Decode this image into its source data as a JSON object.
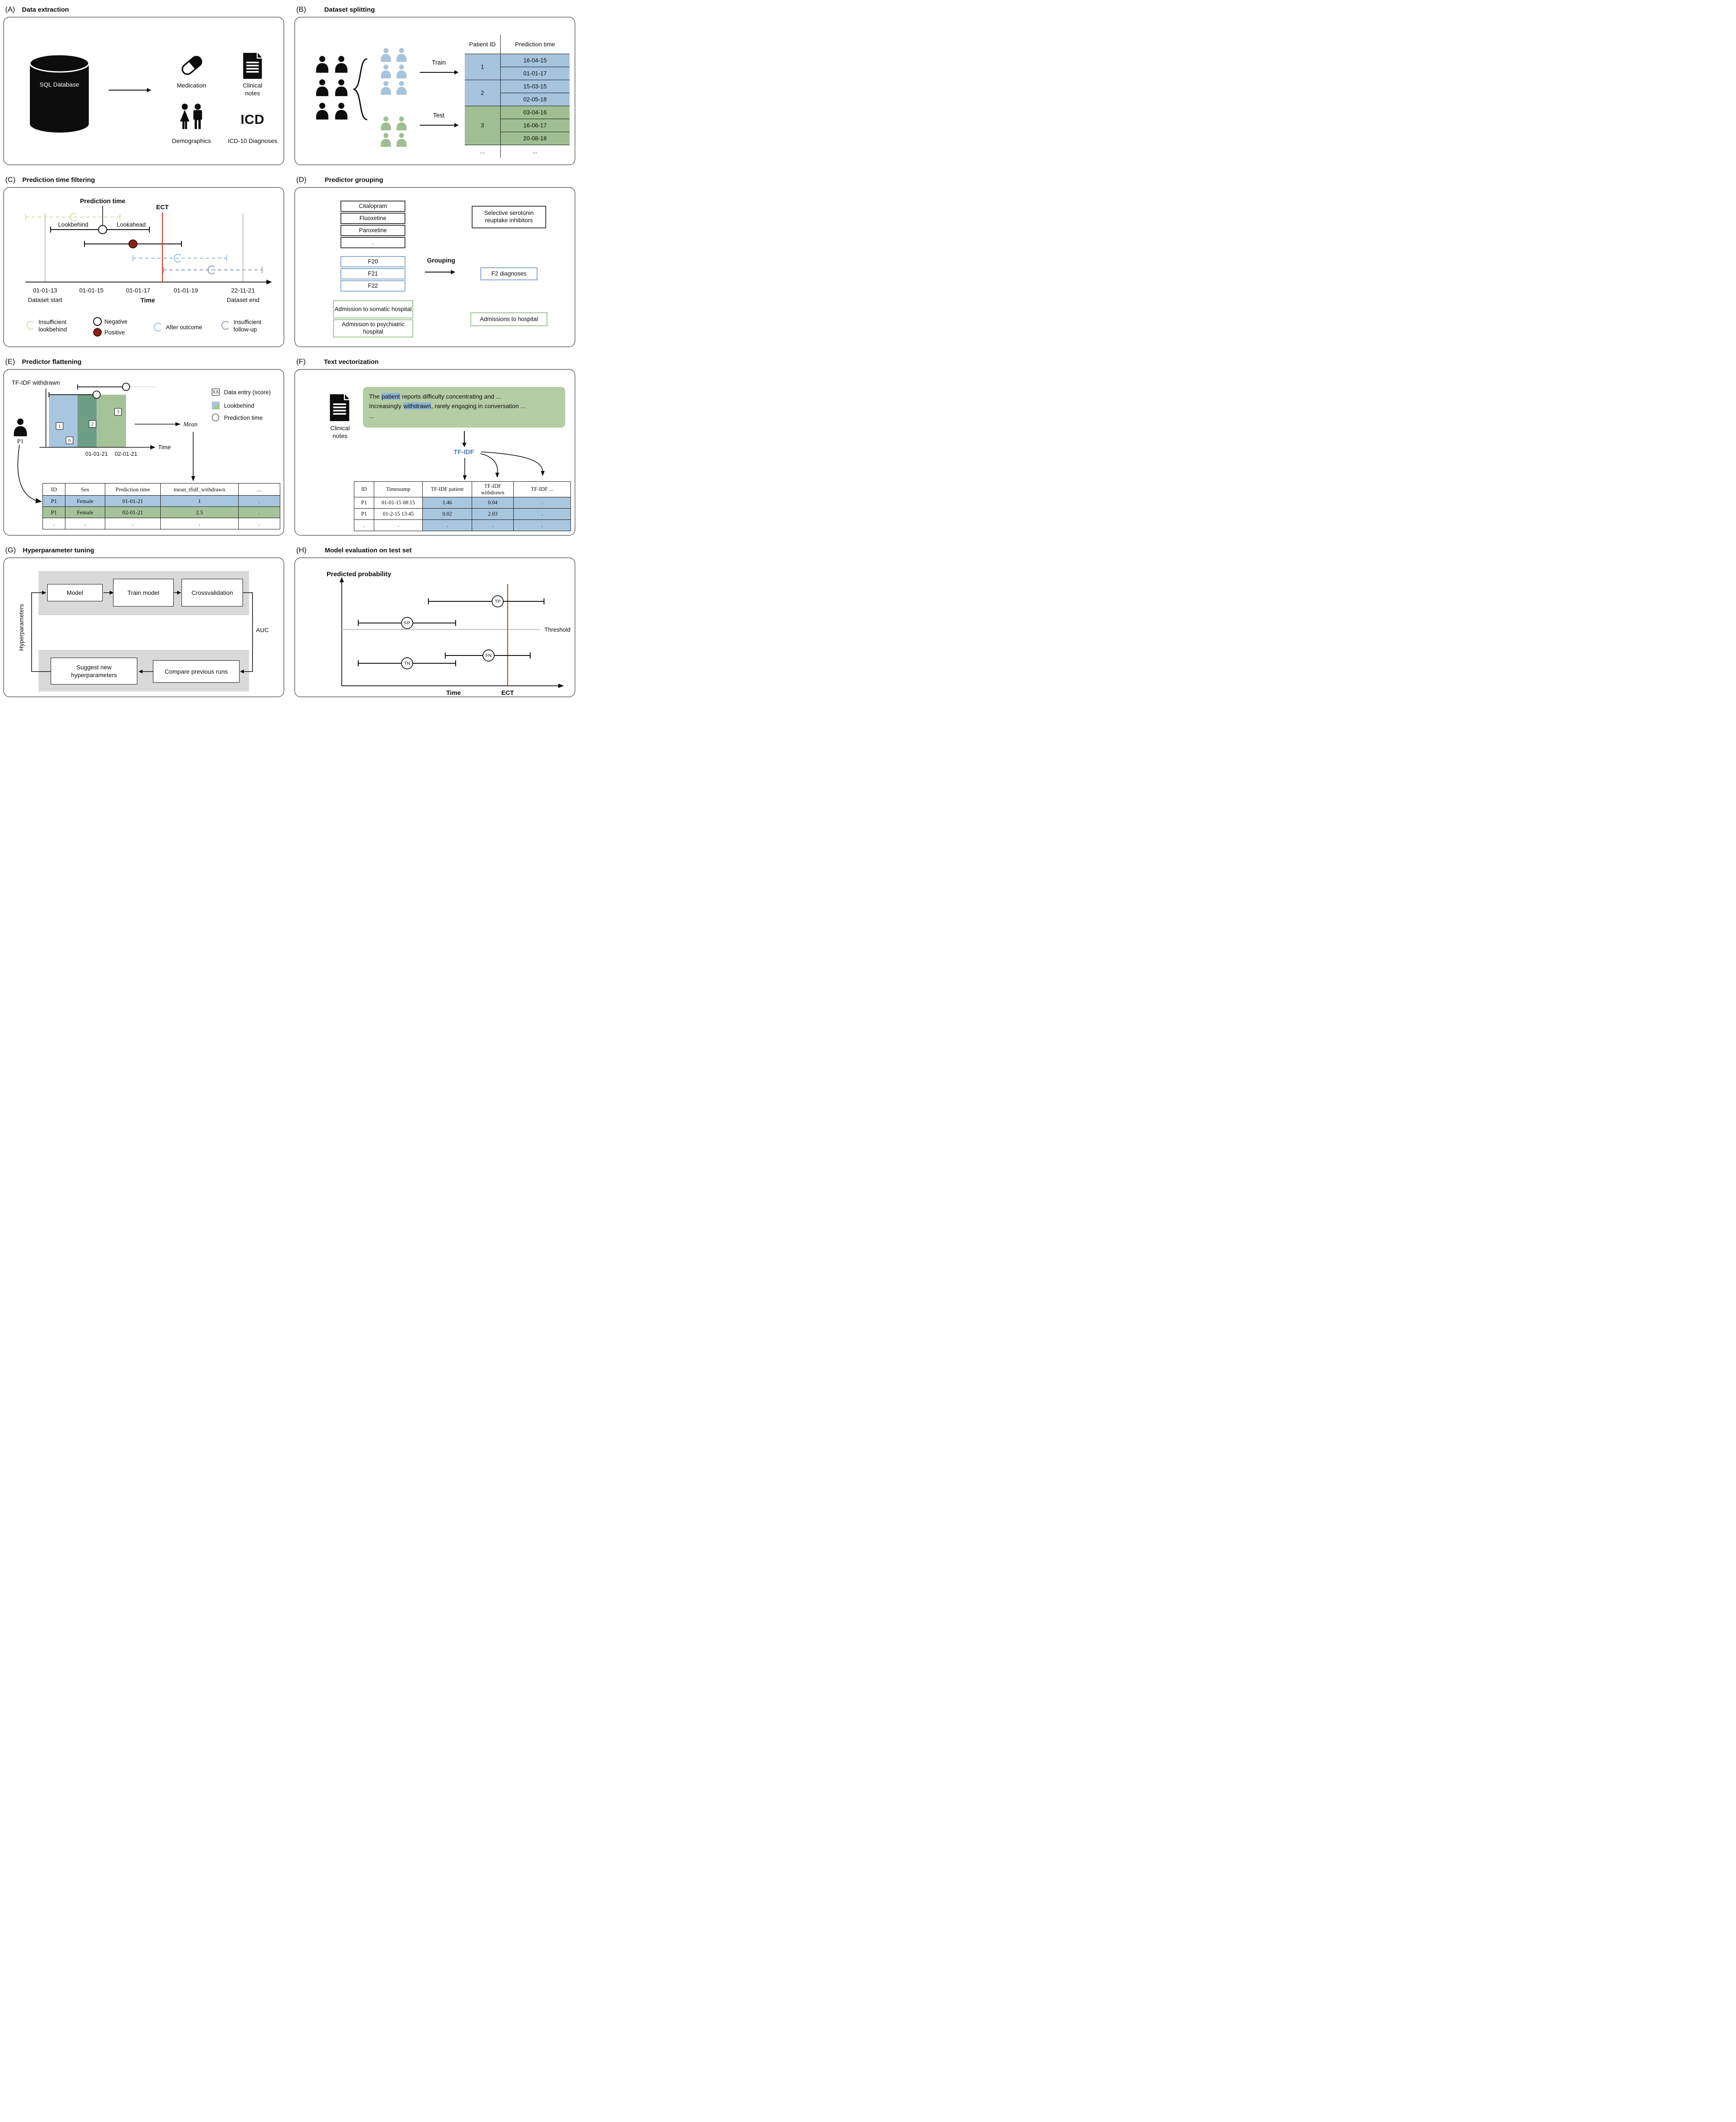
{
  "colors": {
    "train_blue": "#a7c4dd",
    "test_green": "#9fbf93",
    "overlap_teal": "#6f9e86",
    "ect_red": "#e23222",
    "positive_dark_red": "#8e2012",
    "insufficient_lookbehind_yellow": "#dfe0b5",
    "after_outcome_blue": "#a6c8e8",
    "insufficient_followup_gray": "#9fadbf",
    "note_green": "#b4cda4",
    "highlight_blue": "#8db3d6",
    "tfidf_blue": "#4d7fb3",
    "gray_block": "#d9d9d9",
    "threshold_gray": "#c9c9c9"
  },
  "panel_a": {
    "label": "(A)",
    "title": "Data extraction",
    "database": "SQL Database",
    "medication": "Medication",
    "clinical_notes": "Clinical notes",
    "demographics": "Demographics",
    "icd_logo": "ICD",
    "icd_caption": "ICD-10 Diagnoses"
  },
  "panel_b": {
    "label": "(B)",
    "title": "Dataset splitting",
    "train": "Train",
    "test": "Test",
    "table": {
      "col_patient_id": "Patient ID",
      "col_prediction_time": "Prediction time",
      "rows": [
        {
          "id": "1",
          "times": [
            "16-04-15",
            "01-01-17"
          ]
        },
        {
          "id": "2",
          "times": [
            "15-03-15",
            "02-05-18"
          ]
        },
        {
          "id": "3",
          "times": [
            "03-04-16",
            "16-06-17",
            "20-08-18"
          ]
        },
        {
          "id": "...",
          "times": [
            "..."
          ]
        }
      ]
    }
  },
  "panel_c": {
    "label": "(C)",
    "title": "Prediction time filtering",
    "prediction_time": "Prediction time",
    "lookbehind": "Lookbehind",
    "lookahead": "Lookahead",
    "ect": "ECT",
    "dates": [
      "01-01-13",
      "01-01-15",
      "01-01-17",
      "01-01-19",
      "22-11-21"
    ],
    "dataset_start": "Dataset start",
    "time": "Time",
    "dataset_end": "Dataset end",
    "legend": {
      "insufficient_lookbehind": [
        "Insufficient",
        "lookbehind"
      ],
      "negative": "Negative",
      "positive": "Positive",
      "after_outcome": "After outcome",
      "insufficient_followup": [
        "Insufficient",
        "follow-up"
      ]
    }
  },
  "panel_d": {
    "label": "(D)",
    "title": "Predictor grouping",
    "grouping": "Grouping",
    "ssri_items": [
      "Citalopram",
      "Fluoxetine",
      "Paroxetine",
      "."
    ],
    "ssri_result": "Selective serotonin reuptake inhibitors",
    "f_items": [
      "F20",
      "F21",
      "F22"
    ],
    "f_result": "F2 diagnoses",
    "admission_items": [
      "Admission to somatic hospital",
      "Admission to psychiatric hospital"
    ],
    "admission_result": "Admissions to hospital"
  },
  "panel_e": {
    "label": "(E)",
    "title": "Predictor flattening",
    "tfidf_withdrawn": "TF-IDF withdrawn",
    "patient": "P1",
    "entries": [
      "1",
      "0",
      "2",
      "3"
    ],
    "dates": [
      "01-01-21",
      "02-01-21"
    ],
    "time": "Time",
    "mean": "Mean",
    "legend": {
      "xx": "XX",
      "data_entry": "Data entry (score)",
      "lookbehind": "Lookbehind",
      "prediction_time": "Prediction time"
    },
    "table": {
      "headers": [
        "ID",
        "Sex",
        "Prediction time",
        "mean_tfidf_withdrawn",
        "..."
      ],
      "rows": [
        [
          "P1",
          "Female",
          "01-01-21",
          "1",
          "."
        ],
        [
          "P1",
          "Female",
          "02-01-21",
          "2.5",
          "."
        ],
        [
          ".",
          ".",
          ".",
          ".",
          "."
        ]
      ]
    }
  },
  "panel_f": {
    "label": "(F)",
    "title": "Text vectorization",
    "clinical_notes": "Clinical notes",
    "note": {
      "l1_pre": "The ",
      "l1_hl": "patient",
      "l1_post": " reports difficulty concentrating and ...",
      "l2_pre": "Increasingly ",
      "l2_hl": "withdrawn",
      "l2_post": ", rarely engaging in conversation ...",
      "l3": "..."
    },
    "tfidf": "TF-IDF",
    "table": {
      "headers": [
        "ID",
        "Timestamp",
        "TF-IDF patient",
        "TF-IDF withdrawn",
        "TF-IDF ..."
      ],
      "rows": [
        [
          "P1",
          "01-01-15 08:15",
          "1.46",
          "0.04",
          "."
        ],
        [
          "P1",
          "01-2-15 13:45",
          "0.02",
          "2.03",
          "."
        ],
        [
          ".",
          ".",
          ".",
          ".",
          "."
        ]
      ]
    }
  },
  "panel_g": {
    "label": "(G)",
    "title": "Hyperparameter tuning",
    "hyperparameters": "Hyperparameters",
    "model": "Model",
    "train_model": "Train model",
    "crossvalidation": "Crossvalidation",
    "auc": "AUC",
    "suggest": "Suggest new hyperparameters",
    "compare": "Compare previous runs"
  },
  "panel_h": {
    "label": "(H)",
    "title": "Model evaluation on test set",
    "predicted_probability": "Predicted probability",
    "tp": "TP",
    "fp": "FP",
    "tn": "TN",
    "fn": "FN",
    "threshold": "Threshold",
    "ect": "ECT",
    "time": "Time"
  }
}
